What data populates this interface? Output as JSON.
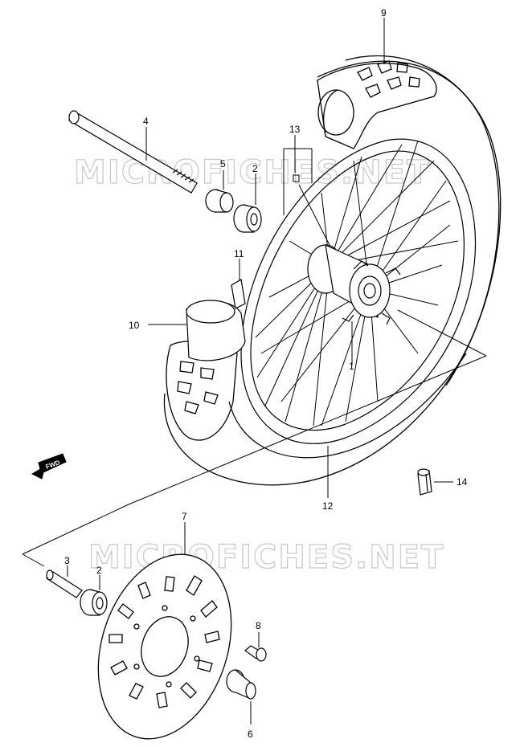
{
  "watermark": {
    "text": "MICROFICHES.NET",
    "color": "#c8c8c8"
  },
  "direction_indicator": {
    "label": "FWD",
    "icon": "arrow-left-down-icon"
  },
  "callouts": [
    {
      "id": "c1",
      "label": "1"
    },
    {
      "id": "c2a",
      "label": "2"
    },
    {
      "id": "c2b",
      "label": "2"
    },
    {
      "id": "c3",
      "label": "3"
    },
    {
      "id": "c4",
      "label": "4"
    },
    {
      "id": "c5",
      "label": "5"
    },
    {
      "id": "c6",
      "label": "6"
    },
    {
      "id": "c7",
      "label": "7"
    },
    {
      "id": "c8",
      "label": "8"
    },
    {
      "id": "c9",
      "label": "9"
    },
    {
      "id": "c10",
      "label": "10"
    },
    {
      "id": "c11",
      "label": "11"
    },
    {
      "id": "c12",
      "label": "12"
    },
    {
      "id": "c13",
      "label": "13"
    },
    {
      "id": "c14",
      "label": "14"
    }
  ],
  "colors": {
    "line": "#000000",
    "background": "#ffffff"
  }
}
